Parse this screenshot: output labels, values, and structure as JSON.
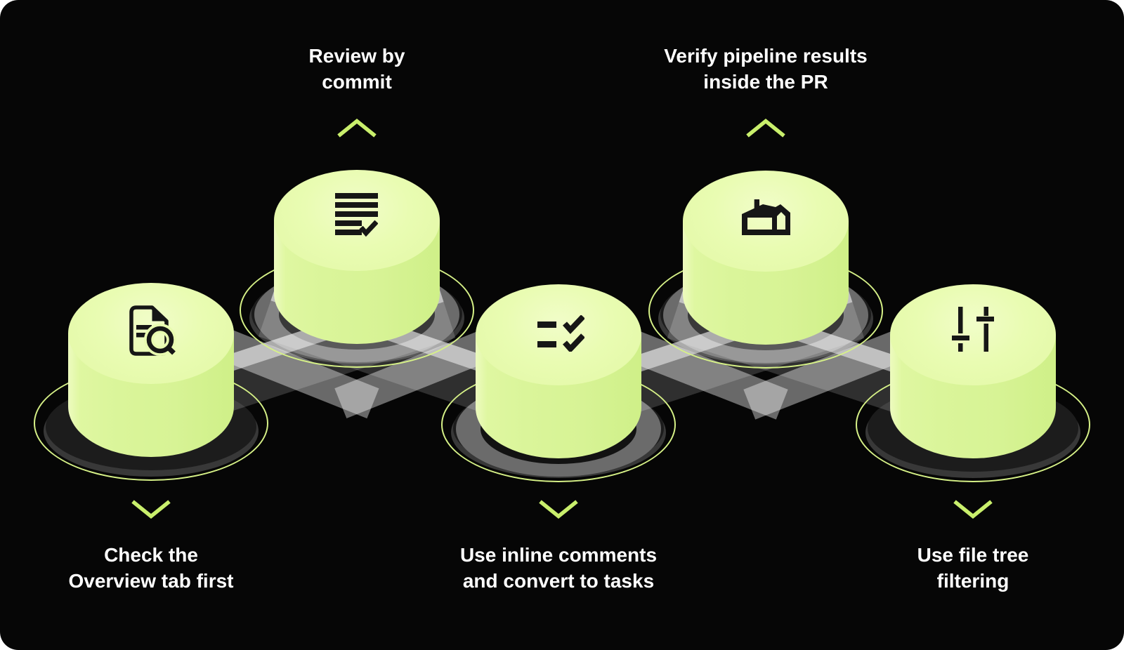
{
  "frame": {
    "background": "#060606",
    "page_background": "#ffffff"
  },
  "palette": {
    "platform_green": "#dcf69c",
    "platform_green_light": "#edfcc0",
    "icon_dark": "#161616",
    "chevron_green": "#c9ef6c",
    "outline_green": "#d6f187",
    "base_dark": "#1c1c1c",
    "base_rim": "#383838",
    "ring_gray": "#6b6b6b",
    "ribbon_light": "#949494",
    "ribbon_dark": "#2e2e2e",
    "text": "#ffffff"
  },
  "steps": [
    {
      "id": 1,
      "label": "Check the Overview tab first",
      "lines": [
        "Check the",
        "Overview tab first"
      ],
      "icon": "document-search-icon",
      "label_position": "bottom",
      "pointer": "down",
      "elevation": "low"
    },
    {
      "id": 2,
      "label": "Review by commit",
      "lines": [
        "Review by",
        "commit"
      ],
      "icon": "commit-list-check-icon",
      "label_position": "top",
      "pointer": "up",
      "elevation": "high"
    },
    {
      "id": 3,
      "label": "Use inline comments and convert to tasks",
      "lines": [
        "Use inline comments",
        "and convert to tasks"
      ],
      "icon": "tasks-checklist-icon",
      "label_position": "bottom",
      "pointer": "down",
      "elevation": "low"
    },
    {
      "id": 4,
      "label": "Verify pipeline results inside the PR",
      "lines": [
        "Verify pipeline results",
        "inside the PR"
      ],
      "icon": "pipeline-building-icon",
      "label_position": "top",
      "pointer": "up",
      "elevation": "high"
    },
    {
      "id": 5,
      "label": "Use file tree filtering",
      "lines": [
        "Use file tree",
        "filtering"
      ],
      "icon": "filter-sliders-icon",
      "label_position": "bottom",
      "pointer": "down",
      "elevation": "low"
    }
  ]
}
